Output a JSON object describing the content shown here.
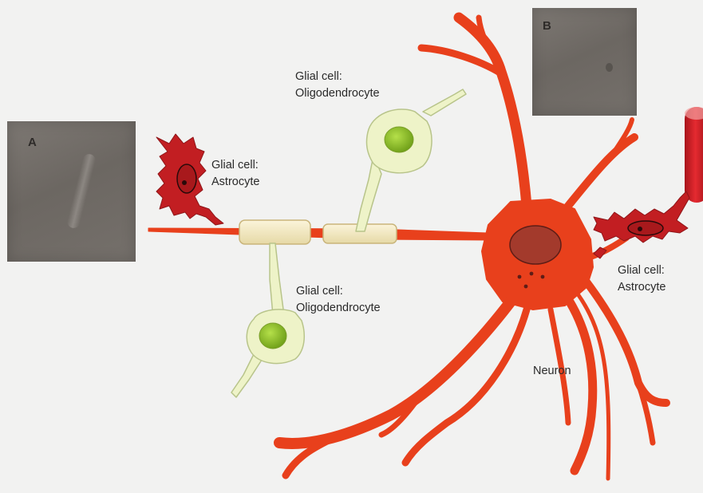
{
  "panels": {
    "a_letter": "A",
    "b_letter": "B"
  },
  "labels": {
    "oligo_top": {
      "line1": "Glial cell:",
      "line2": "Oligodendrocyte"
    },
    "oligo_bottom": {
      "line1": "Glial cell:",
      "line2": "Oligodendrocyte"
    },
    "astro_left": {
      "line1": "Glial cell:",
      "line2": "Astrocyte"
    },
    "astro_right": {
      "line1": "Glial cell:",
      "line2": "Astrocyte"
    },
    "neuron": "Neuron"
  },
  "colors": {
    "neuron": "#e8401c",
    "neuron_nucleus": "#a33a2c",
    "astrocyte": "#c21e22",
    "astrocyte_nucleus": "#9a1a1c",
    "oligodendrocyte": "#eef3c8",
    "oligo_nucleus": "#8fc32a",
    "myelin": "#f4ecc6",
    "vessel": "#d71d25"
  }
}
